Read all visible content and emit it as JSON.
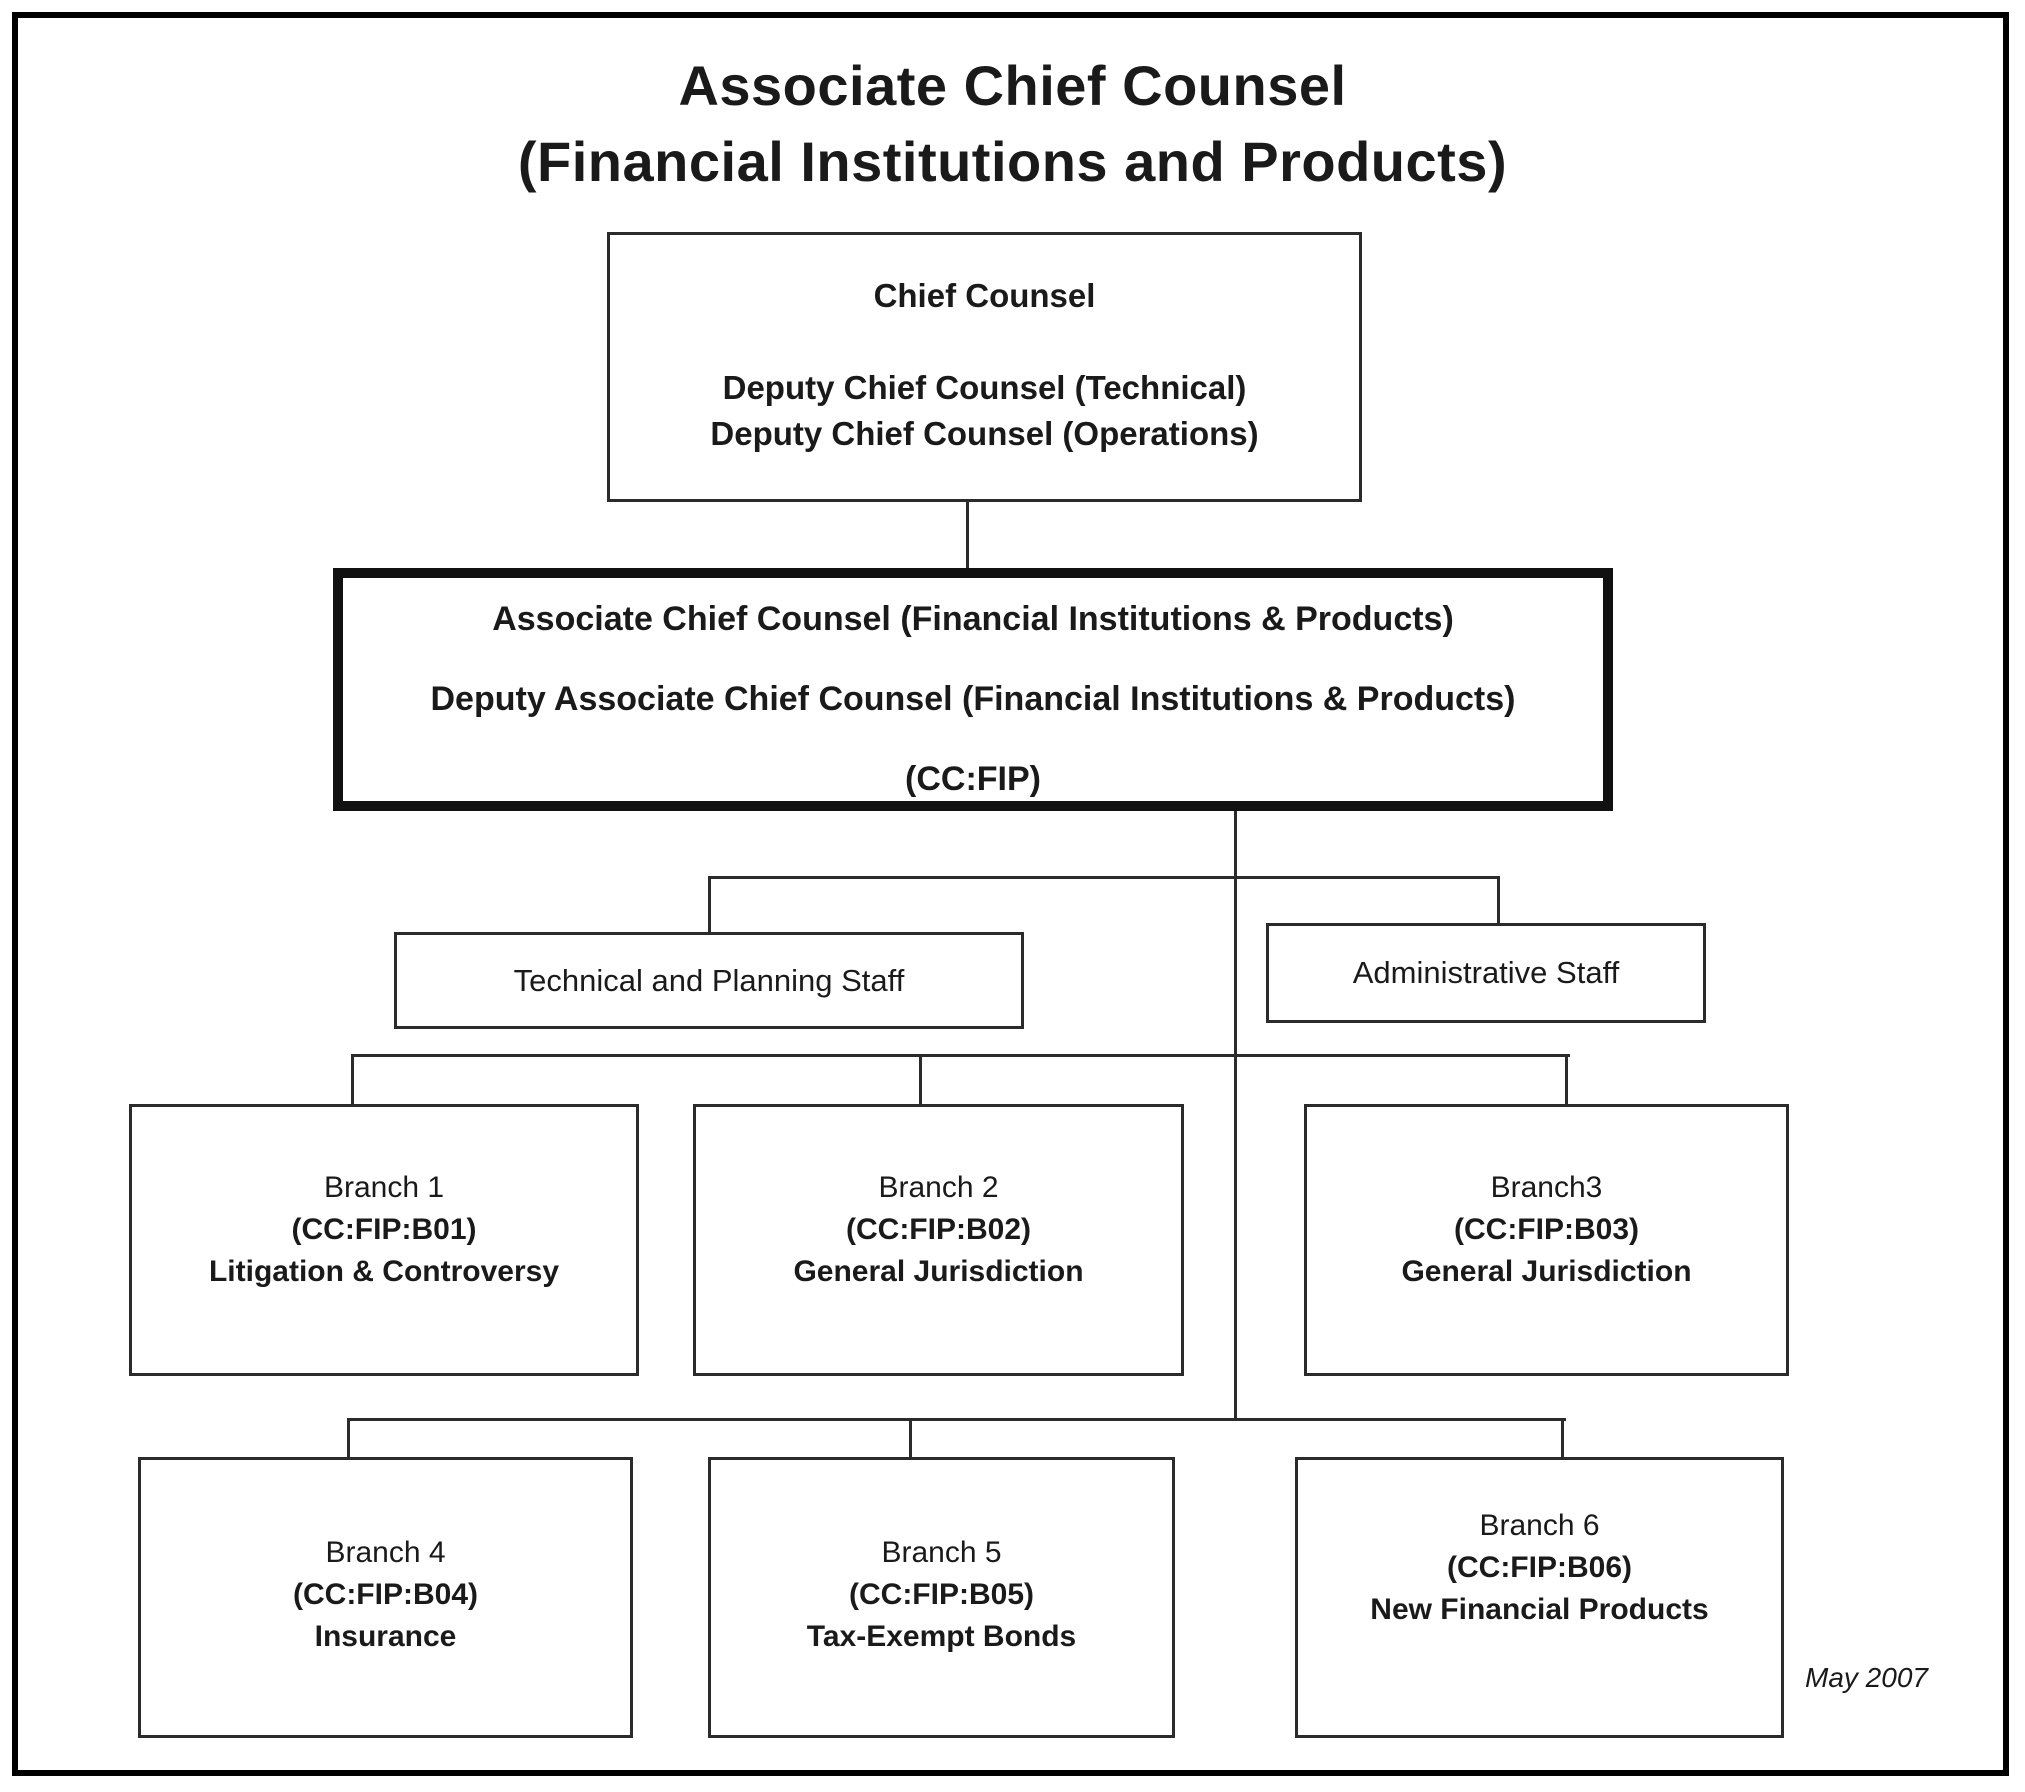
{
  "title": {
    "line1": "Associate Chief Counsel",
    "line2": "(Financial Institutions and Products)"
  },
  "chief_counsel_box": {
    "line1": "Chief Counsel",
    "line2": "Deputy Chief Counsel (Technical)",
    "line3": "Deputy Chief Counsel (Operations)"
  },
  "associate_box": {
    "line1": "Associate Chief Counsel (Financial Institutions & Products)",
    "line2": "Deputy Associate Chief Counsel (Financial Institutions & Products)",
    "line3": "(CC:FIP)"
  },
  "staff": {
    "technical": "Technical and Planning Staff",
    "administrative": "Administrative Staff"
  },
  "branches": [
    {
      "name": "Branch 1",
      "code": "(CC:FIP:B01)",
      "function": "Litigation & Controversy"
    },
    {
      "name": "Branch 2",
      "code": "(CC:FIP:B02)",
      "function": "General Jurisdiction"
    },
    {
      "name": "Branch3",
      "code": "(CC:FIP:B03)",
      "function": "General Jurisdiction"
    },
    {
      "name": "Branch 4",
      "code": "(CC:FIP:B04)",
      "function": "Insurance"
    },
    {
      "name": "Branch 5",
      "code": "(CC:FIP:B05)",
      "function": "Tax-Exempt Bonds"
    },
    {
      "name": "Branch 6",
      "code": "(CC:FIP:B06)",
      "function": "New Financial Products"
    }
  ],
  "footer": {
    "date": "May 2007"
  }
}
